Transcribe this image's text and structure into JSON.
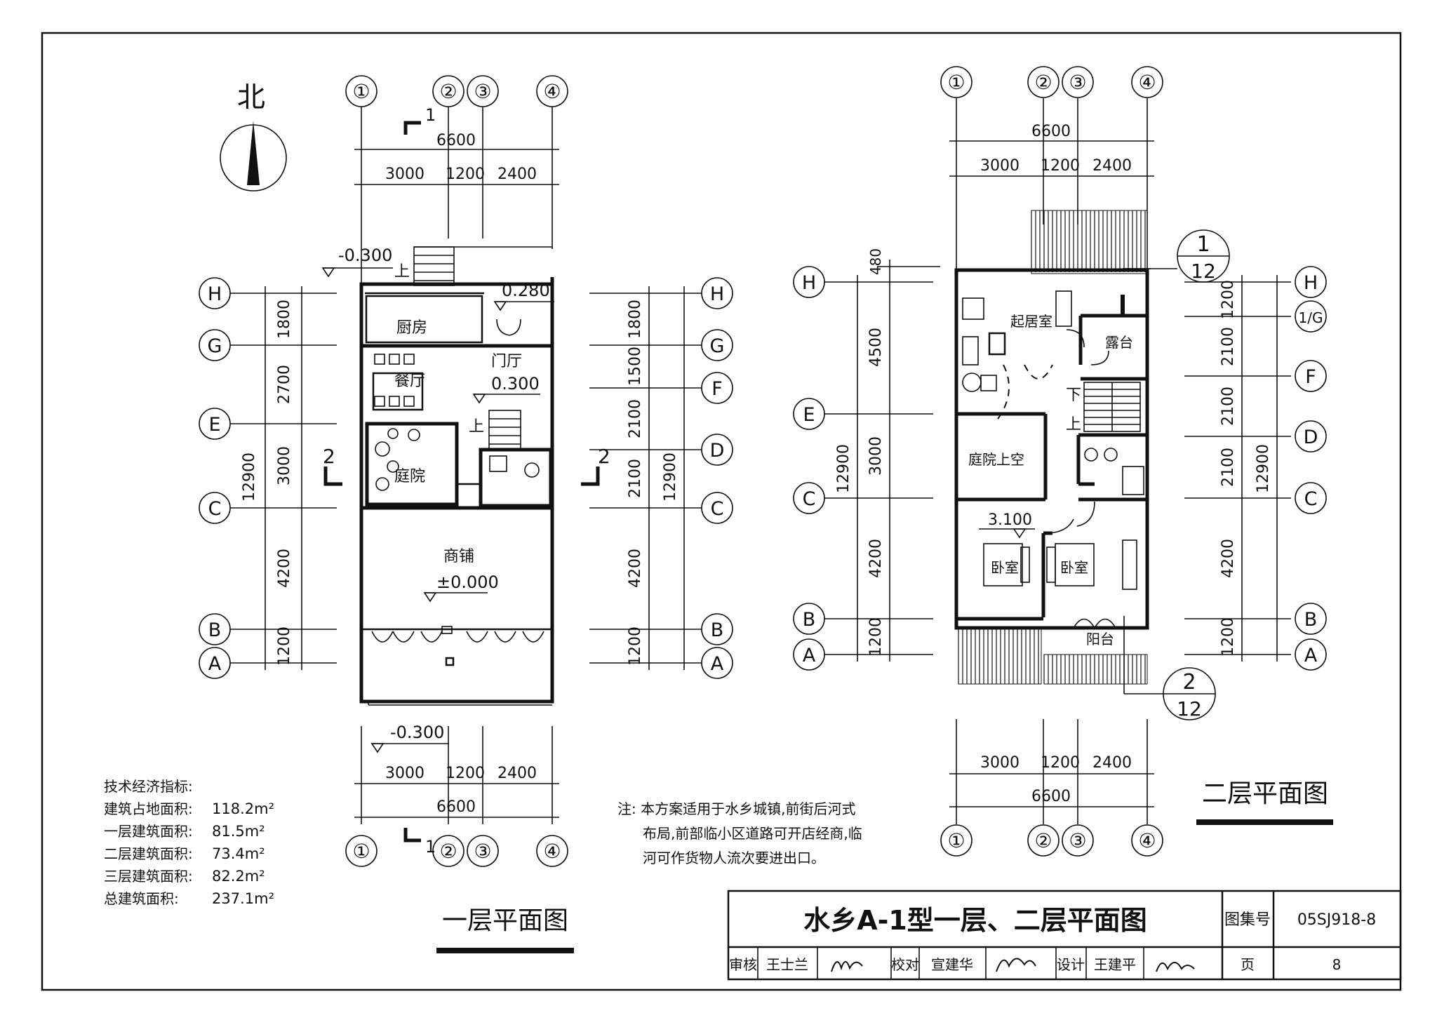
{
  "north_label": "北",
  "axes_cols": [
    "①",
    "②",
    "③",
    "④"
  ],
  "axes_rows_left": [
    "H",
    "G",
    "E",
    "C",
    "B",
    "A"
  ],
  "axes_rows_right1": [
    "H",
    "G",
    "F",
    "D",
    "C",
    "B",
    "A"
  ],
  "axes_rows_left2": [
    "H",
    "E",
    "C",
    "B",
    "A"
  ],
  "axes_rows_right2": [
    "H",
    "1/G",
    "F",
    "D",
    "C",
    "B",
    "A"
  ],
  "dims_cols": {
    "total": "6600",
    "a": "3000",
    "b": "1200",
    "c": "2400"
  },
  "dims_left1": [
    "1800",
    "2700",
    "3000",
    "4200",
    "1200"
  ],
  "dims_left1_total": "12900",
  "dims_right1": [
    "1800",
    "1500",
    "2100",
    "2100",
    "4200",
    "1200"
  ],
  "dims_right1_total": "12900",
  "dims_left2": [
    "480",
    "4500",
    "3000",
    "4200",
    "1200"
  ],
  "dims_left2_total": "12900",
  "dims_right2": [
    "1200",
    "2100",
    "2100",
    "2100",
    "4200",
    "1200"
  ],
  "dims_right2_total": "12900",
  "floor1": {
    "rooms": {
      "kitchen": "厨房",
      "dining": "餐厅",
      "hall": "门厅",
      "courtyard": "庭院",
      "shop": "商铺"
    },
    "levels": {
      "top_entry": "-0.300",
      "hall_step": "0.280",
      "hall": "0.300",
      "shop": "±0.000",
      "bottom": "-0.300"
    },
    "up_labels": [
      "上",
      "上"
    ],
    "section_marks": {
      "s1_top": "1",
      "s1_bottom": "1",
      "s2_left": "2",
      "s2_right": "2"
    },
    "title": "一层平面图"
  },
  "floor2": {
    "rooms": {
      "living": "起居室",
      "terrace": "露台",
      "void": "庭院上空",
      "bed1": "卧室",
      "bed2": "卧室",
      "balcony": "阳台"
    },
    "level": "3.100",
    "stair": {
      "down": "下",
      "up": "上"
    },
    "detail1": {
      "num": "1",
      "sheet": "12"
    },
    "detail2": {
      "num": "2",
      "sheet": "12"
    },
    "title": "二层平面图"
  },
  "tech": {
    "heading": "技术经济指标:",
    "rows": [
      {
        "label": "建筑占地面积:",
        "value": "118.2m²"
      },
      {
        "label": "一层建筑面积:",
        "value": "81.5m²"
      },
      {
        "label": "二层建筑面积:",
        "value": "73.4m²"
      },
      {
        "label": "三层建筑面积:",
        "value": "82.2m²"
      },
      {
        "label": "总建筑面积:",
        "value": "237.1m²"
      }
    ]
  },
  "note": {
    "lines": [
      "注: 本方案适用于水乡城镇,前街后河式",
      "布局,前部临小区道路可开店经商,临",
      "河可作货物人流次要进出口。"
    ]
  },
  "titleblock": {
    "title": "水乡A-1型一层、二层平面图",
    "atlas_label": "图集号",
    "atlas_no": "05SJ918-8",
    "review_label": "审核",
    "reviewer": "王士兰",
    "check_label": "校对",
    "checker": "宣建华",
    "design_label": "设计",
    "designer": "王建平",
    "page_label": "页",
    "page_no": "8"
  }
}
